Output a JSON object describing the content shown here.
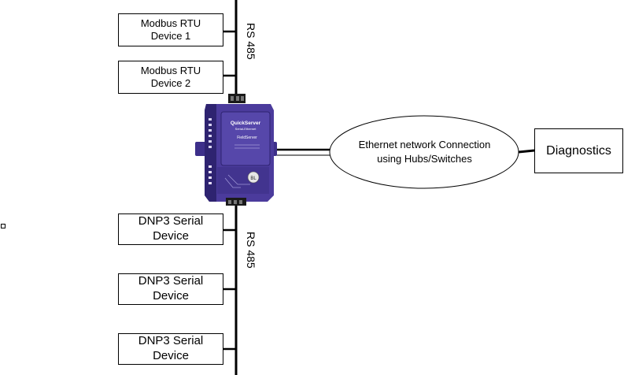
{
  "devices_top": [
    {
      "label": "Modbus RTU\nDevice 1"
    },
    {
      "label": "Modbus RTU\nDevice 2"
    }
  ],
  "devices_bottom": [
    {
      "label": "DNP3 Serial\nDevice"
    },
    {
      "label": "DNP3 Serial\nDevice"
    },
    {
      "label": "DNP3 Serial\nDevice"
    }
  ],
  "bus_top_label": "RS 485",
  "bus_bottom_label": "RS 485",
  "ethernet_label": "Ethernet network Connection\nusing Hubs/Switches",
  "diagnostics_label": "Diagnostics",
  "gateway": {
    "brand": "QuickServer",
    "subtitle": "Serial-Ethernet",
    "maker": "FieldServer",
    "badge": "BL"
  },
  "colors": {
    "device_body": "#4b3b9c",
    "device_dark": "#2e2370",
    "line": "#000000"
  }
}
